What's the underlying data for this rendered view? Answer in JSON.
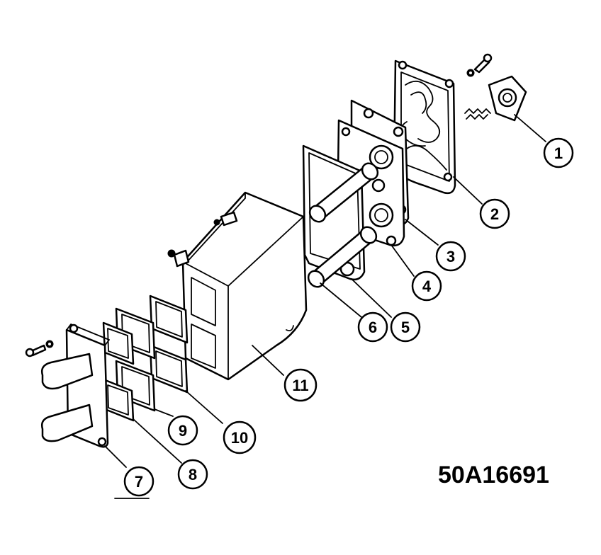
{
  "drawing": {
    "part_code": "50A16691",
    "callouts": [
      {
        "id": "callout-1",
        "label": "1"
      },
      {
        "id": "callout-2",
        "label": "2"
      },
      {
        "id": "callout-3",
        "label": "3"
      },
      {
        "id": "callout-4",
        "label": "4"
      },
      {
        "id": "callout-5",
        "label": "5"
      },
      {
        "id": "callout-6",
        "label": "6"
      },
      {
        "id": "callout-7",
        "label": "7"
      },
      {
        "id": "callout-8",
        "label": "8"
      },
      {
        "id": "callout-9",
        "label": "9"
      },
      {
        "id": "callout-10",
        "label": "10"
      },
      {
        "id": "callout-11",
        "label": "11"
      }
    ]
  }
}
